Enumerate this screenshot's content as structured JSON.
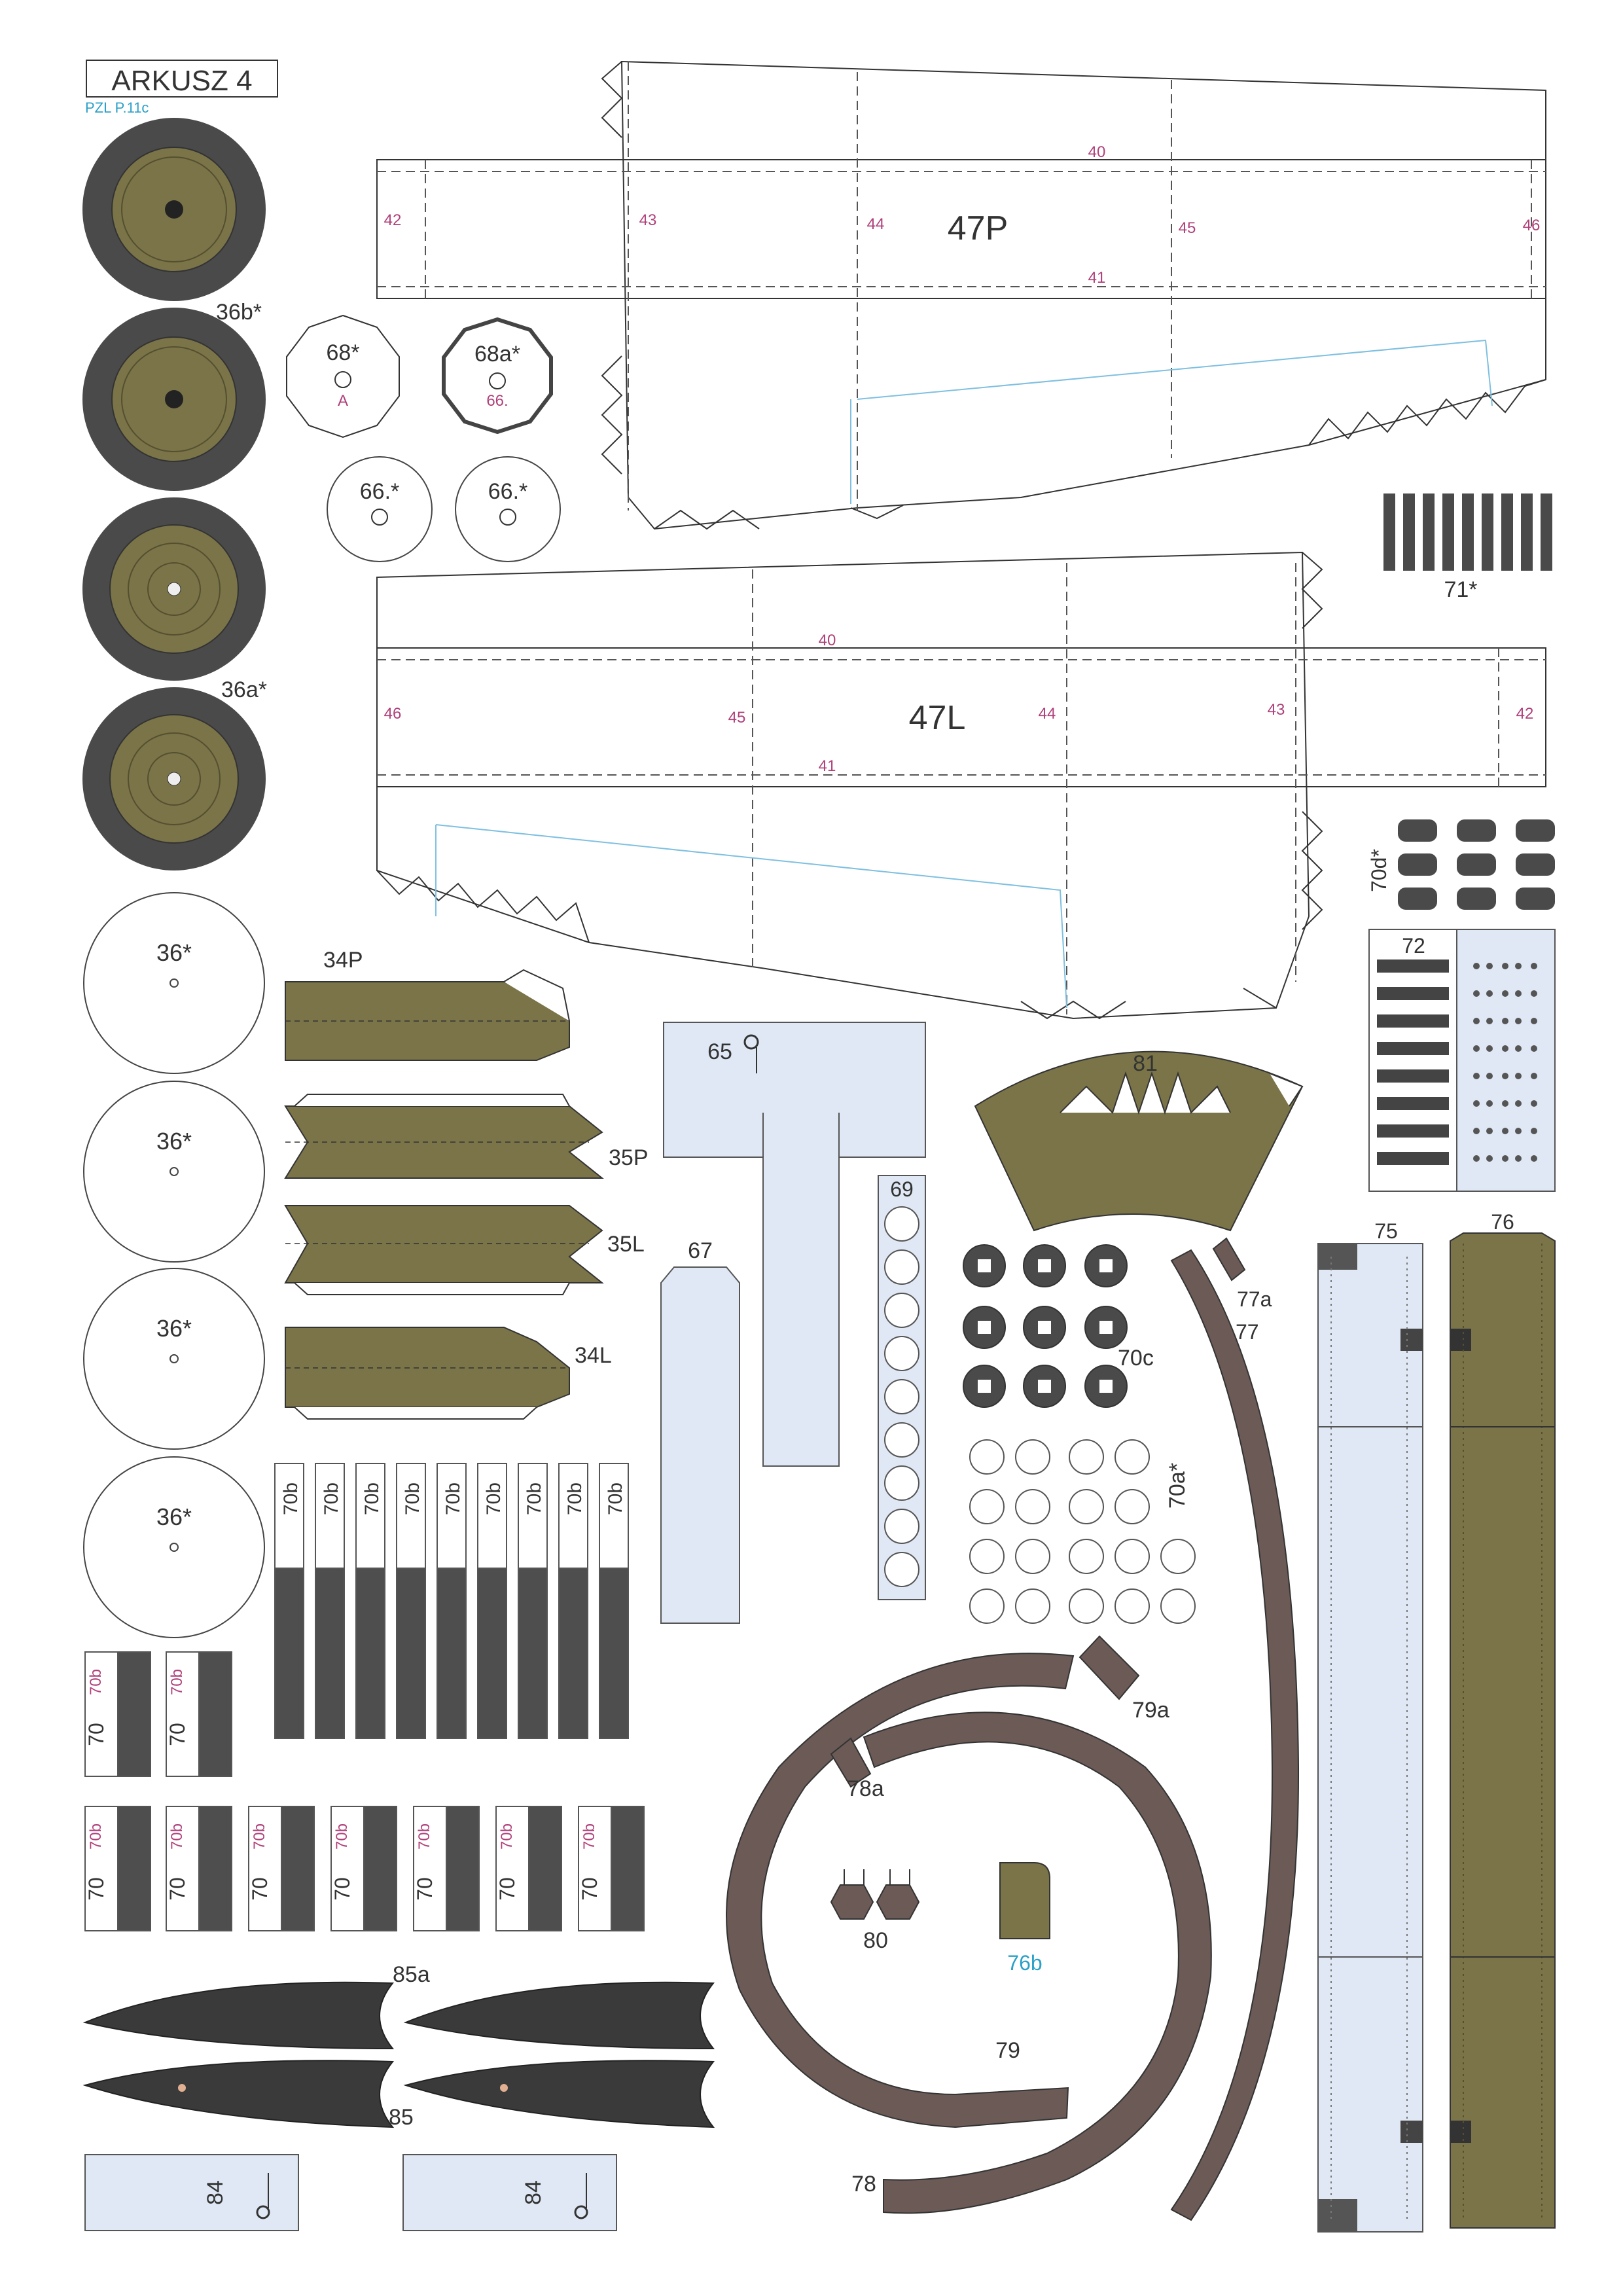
{
  "sheet": {
    "title": "ARKUSZ 4",
    "subtitle": "PZL P.11c"
  },
  "colors": {
    "olive": "#7a7448",
    "tire": "#4a4a4a",
    "brown": "#6b5a55",
    "light_blue": "#dfe8f4",
    "magenta_label": "#b0407a",
    "cyan_label": "#2aa0c8"
  },
  "wings": {
    "right": {
      "label": "47P",
      "marks": [
        "40",
        "41",
        "42",
        "43",
        "44",
        "45",
        "46"
      ]
    },
    "left": {
      "label": "47L",
      "marks": [
        "40",
        "41",
        "42",
        "43",
        "44",
        "45",
        "46"
      ]
    }
  },
  "wheels": {
    "b_label": "36b*",
    "a_label": "36a*",
    "discs": [
      "36*",
      "36*",
      "36*",
      "36*"
    ]
  },
  "small_discs": {
    "p68": {
      "label": "68*",
      "sub": "A"
    },
    "p68a": {
      "label": "68a*",
      "sub": "66."
    },
    "p66_1": {
      "label": "66.*"
    },
    "p66_2": {
      "label": "66.*"
    }
  },
  "parts": {
    "p34P": "34P",
    "p34L": "34L",
    "p35P": "35P",
    "p35L": "35L",
    "p65": "65",
    "p67": "67",
    "p69": "69",
    "p70a": "70a*",
    "p70b": "70b",
    "p70": "70",
    "p70c": "70c",
    "p70d": "70d*",
    "p71": "71*",
    "p72": "72",
    "p75": "75",
    "p76": "76",
    "p76b": "76b",
    "p77": "77",
    "p77a": "77a",
    "p78": "78",
    "p78a": "78a",
    "p79": "79",
    "p79a": "79a",
    "p80": "80",
    "p81": "81",
    "p84": "84",
    "p85": "85",
    "p85a": "85a"
  }
}
